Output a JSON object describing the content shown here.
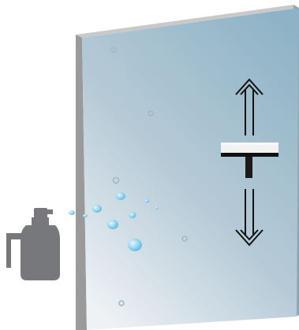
{
  "illustration": {
    "subject": "glass-cleaning",
    "colors": {
      "background": "#ffffff",
      "glass_top": "#8fb3c6",
      "glass_bottom": "#eef2f5",
      "frame_side": "#9a9a9a",
      "frame_top": "#c9c9c9",
      "spray_bottle": "#77787b",
      "droplet": "#8fd3ef",
      "squeegee_blade": "#f2f2f2",
      "squeegee_handle": "#1a1a1a",
      "arrow_stroke": "#111111"
    },
    "icons": [
      "glass-pane",
      "spray-bottle-icon",
      "squeegee-icon",
      "arrow-up-icon",
      "arrow-down-icon",
      "water-droplets"
    ]
  }
}
